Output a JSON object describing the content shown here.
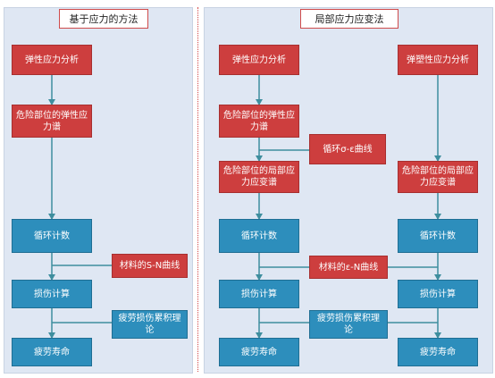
{
  "headers": {
    "left": "基于应力的方法",
    "right": "局部应力应变法"
  },
  "left": {
    "elastic_stress_analysis": "弹性应力分析",
    "danger_elastic_stress_spectrum": "危险部位的弹性应力谱",
    "cycle_count": "循环计数",
    "material_sn_curve": "材料的S-N曲线",
    "damage_calc": "损伤计算",
    "fatigue_accumulation_theory": "疲劳损伤累积理论",
    "fatigue_life": "疲劳寿命"
  },
  "right": {
    "elastic_stress_analysis": "弹性应力分析",
    "elastoplastic_stress_analysis": "弹塑性应力分析",
    "danger_elastic_stress_spectrum": "危险部位的弹性应力谱",
    "cyclic_sigma_eps_curve": "循环σ-ε曲线",
    "danger_local_strain_spectrum_left": "危险部位的局部应力应变谱",
    "danger_local_strain_spectrum_right": "危险部位的局部应力应变谱",
    "cycle_count_left": "循环计数",
    "cycle_count_right": "循环计数",
    "material_en_curve": "材料的ε-N曲线",
    "damage_calc_left": "损伤计算",
    "damage_calc_right": "损伤计算",
    "fatigue_accumulation_theory": "疲劳损伤累积理论",
    "fatigue_life_left": "疲劳寿命",
    "fatigue_life_right": "疲劳寿命"
  },
  "colors": {
    "process_red": "#cd3e3e",
    "process_blue": "#2d8ebc",
    "connector": "#3e8e9e",
    "panel": "#dfe7f3"
  }
}
